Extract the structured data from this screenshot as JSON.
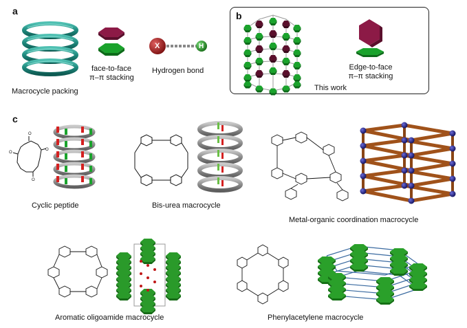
{
  "panels": {
    "a": "a",
    "b": "b",
    "c": "c"
  },
  "labels_a": {
    "macrocycle_packing": "Macrocycle packing",
    "face_to_face_1": "face-to-face",
    "face_to_face_2": "π–π stacking",
    "hydrogen_bond": "Hydrogen bond",
    "atom_x": "X",
    "atom_h": "H"
  },
  "labels_b": {
    "edge_to_face_1": "Edge-to-face",
    "edge_to_face_2": "π–π stacking",
    "this_work": "This work"
  },
  "labels_c": {
    "cyclic_peptide": "Cyclic peptide",
    "bis_urea": "Bis-urea macrocycle",
    "metal_organic": "Metal-organic coordination macrocycle",
    "aromatic_oligoamide": "Aromatic oligoamide macrocycle",
    "phenylacetylene": "Phenylacetylene macrocycle"
  },
  "colors": {
    "teal": "#1f8a7e",
    "green": "#1aa32c",
    "maroon": "#8c1a46",
    "grey_ring": "#8f8f8f",
    "red_h": "#d42020",
    "brown_rod": "#a0521a",
    "blue_node": "#1a1a8a"
  }
}
